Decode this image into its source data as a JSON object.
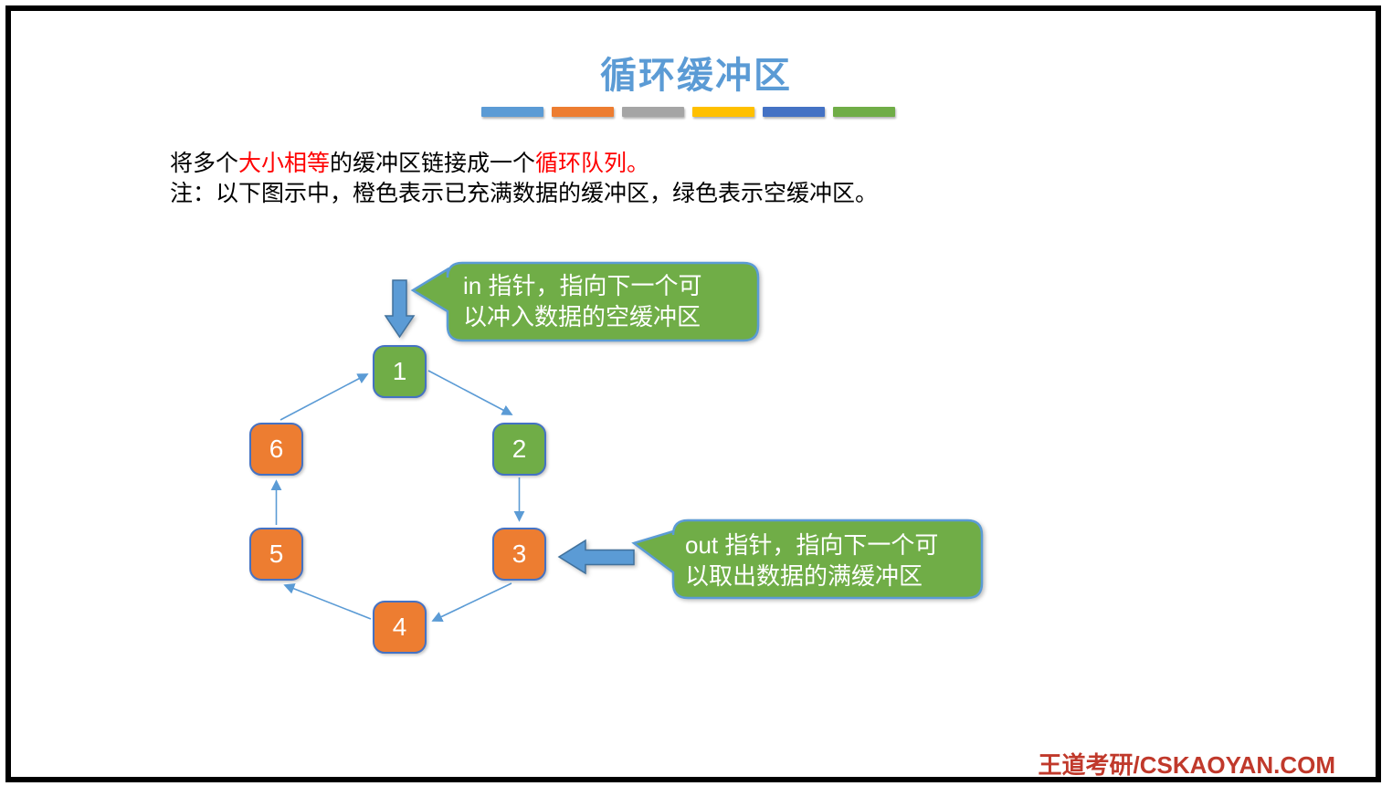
{
  "slide": {
    "title": "循环缓冲区",
    "title_color": "#5B9BD5",
    "divider_bars": [
      "#5B9BD5",
      "#ED7D31",
      "#A5A5A5",
      "#FFC000",
      "#4472C4",
      "#70AD47"
    ],
    "intro": {
      "segments": [
        {
          "text": "将多个",
          "color": "#000000"
        },
        {
          "text": "大小相等",
          "color": "#FF0000"
        },
        {
          "text": "的缓冲区链接成一个",
          "color": "#000000"
        },
        {
          "text": "循环队列。",
          "color": "#FF0000"
        }
      ],
      "note": "注：以下图示中，橙色表示已充满数据的缓冲区，绿色表示空缓冲区。"
    },
    "footer": {
      "text": "王道考研/CSKAOYAN.COM",
      "color": "#C0392B"
    }
  },
  "diagram": {
    "buffers": [
      {
        "label": "1",
        "state": "empty",
        "color": "#70AD47"
      },
      {
        "label": "2",
        "state": "empty",
        "color": "#70AD47"
      },
      {
        "label": "3",
        "state": "full",
        "color": "#ED7D31"
      },
      {
        "label": "4",
        "state": "full",
        "color": "#ED7D31"
      },
      {
        "label": "5",
        "state": "full",
        "color": "#ED7D31"
      },
      {
        "label": "6",
        "state": "full",
        "color": "#ED7D31"
      }
    ],
    "connections": [
      [
        1,
        2
      ],
      [
        2,
        3
      ],
      [
        3,
        4
      ],
      [
        4,
        5
      ],
      [
        5,
        6
      ],
      [
        6,
        1
      ]
    ],
    "legend": {
      "full_color": "#ED7D31",
      "full_meaning": "已充满数据的缓冲区",
      "empty_color": "#70AD47",
      "empty_meaning": "空缓冲区"
    },
    "in_callout": {
      "line1": "in 指针，指向下一个可",
      "line2": "以冲入数据的空缓冲区"
    },
    "out_callout": {
      "line1": "out 指针，指向下一个可",
      "line2": "以取出数据的满缓冲区"
    },
    "arrow_color": "#5B9BD5",
    "pointer_arrow_fill": "#5B9BD5",
    "pointer_arrow_border": "#41719C",
    "callout_fill": "#70AD47",
    "callout_border": "#5B9BD5",
    "box_border": "#4472C4"
  }
}
